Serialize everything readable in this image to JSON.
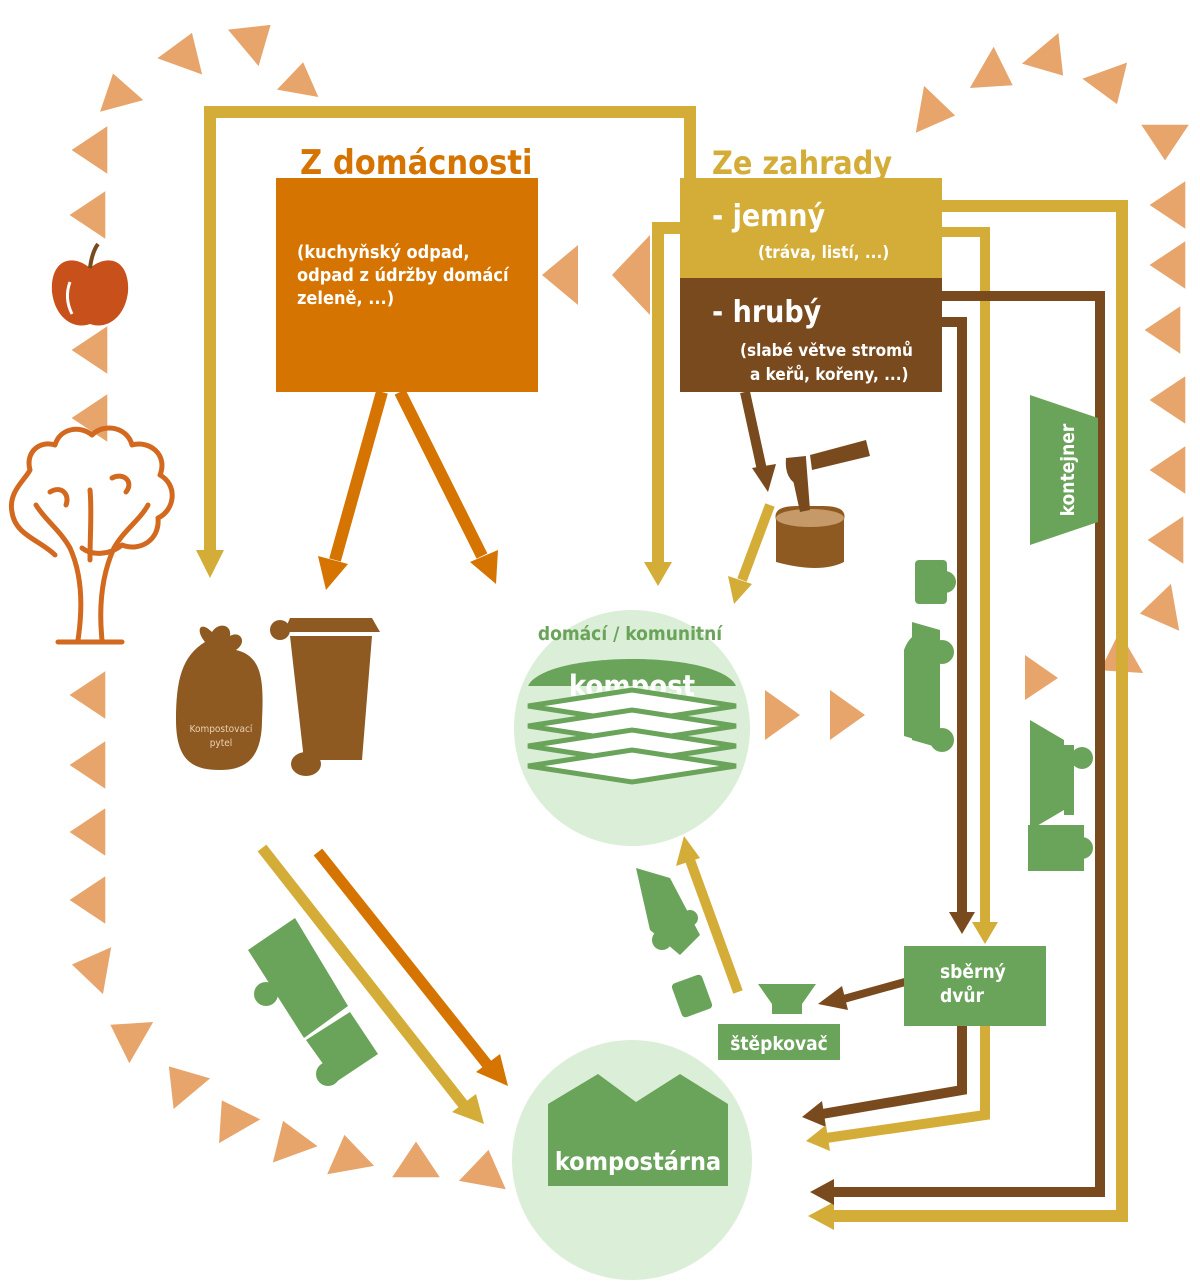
{
  "household": {
    "title": "Z domácnosti",
    "desc": [
      "(kuchyňský odpad,",
      "odpad z údržby domácí",
      "zeleně, ...)"
    ]
  },
  "garden": {
    "title": "Ze zahrady",
    "fine_title": "- jemný",
    "fine_desc": "(tráva, listí, ...)",
    "coarse_title": "- hrubý",
    "coarse_desc": [
      "(slabé větve stromů",
      "a keřů, kořeny, ...)"
    ]
  },
  "compost": {
    "caption": "domácí / komunitní",
    "label": "kompost"
  },
  "bag_label": [
    "Kompostovací",
    "pytel"
  ],
  "container_label": "kontejner",
  "collection_yard": [
    "sběrný",
    "dvůr"
  ],
  "chipper": "štěpkovač",
  "composting_plant": "kompostárna",
  "colors": {
    "household_orange": "#d57400",
    "fine_yellow": "#d4ad38",
    "coarse_brown": "#7a4a1f",
    "green": "#6aa35a",
    "light_green": "#dbeed7",
    "triangle_peach": "#e7a46b",
    "bin_brown": "#8e5a22",
    "fruit_red": "#c8501a"
  }
}
